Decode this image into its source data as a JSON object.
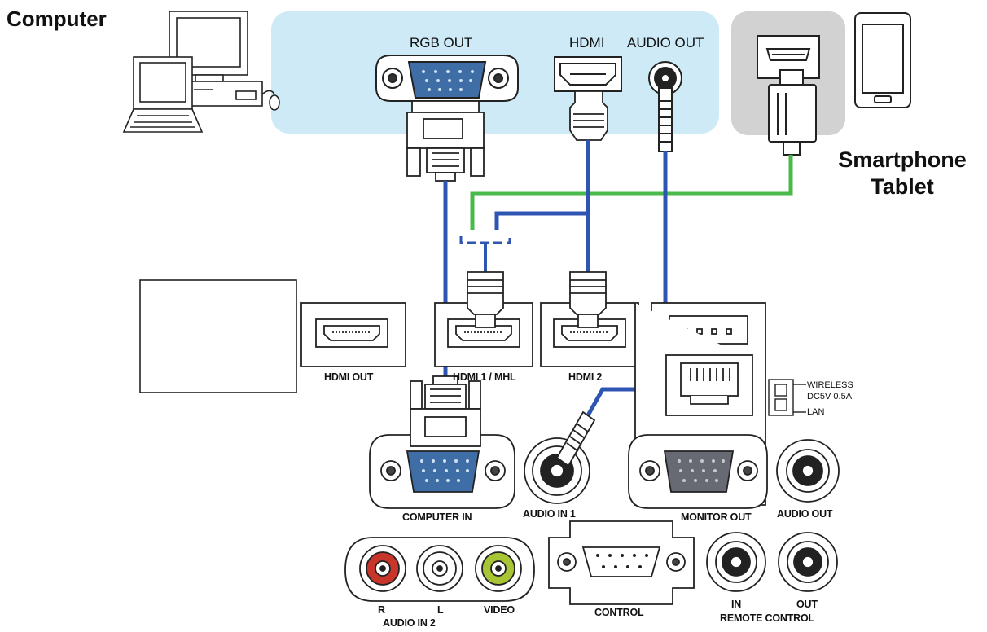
{
  "source_labels": {
    "computer": "Computer",
    "smartphone": "Smartphone",
    "tablet": "Tablet"
  },
  "computer_ports": {
    "rgb_out": "RGB OUT",
    "hdmi": "HDMI",
    "audio_out": "AUDIO OUT"
  },
  "projector_ports": {
    "hdmi_out": "HDMI OUT",
    "hdmi1_mhl": "HDMI 1 / MHL",
    "hdmi2": "HDMI 2",
    "wireless": "WIRELESS",
    "dc5v": "DC5V 0.5A",
    "lan": "LAN",
    "computer_in": "COMPUTER IN",
    "audio_in1": "AUDIO IN 1",
    "monitor_out": "MONITOR OUT",
    "audio_out": "AUDIO OUT",
    "audio_in2_r": "R",
    "audio_in2_l": "L",
    "video": "VIDEO",
    "audio_in2": "AUDIO IN 2",
    "control": "CONTROL",
    "remote_in": "IN",
    "remote_out": "OUT",
    "remote_control": "REMOTE CONTROL"
  },
  "colors": {
    "computer_panel": "#cdeaf6",
    "mobile_panel": "#d2d2d2",
    "cable_blue": "#2f55b3",
    "cable_green": "#48b94a",
    "vga_blue": "#3f6ea6",
    "rca_red": "#c8352a",
    "rca_white": "#ffffff",
    "rca_yellow": "#a8c536"
  }
}
